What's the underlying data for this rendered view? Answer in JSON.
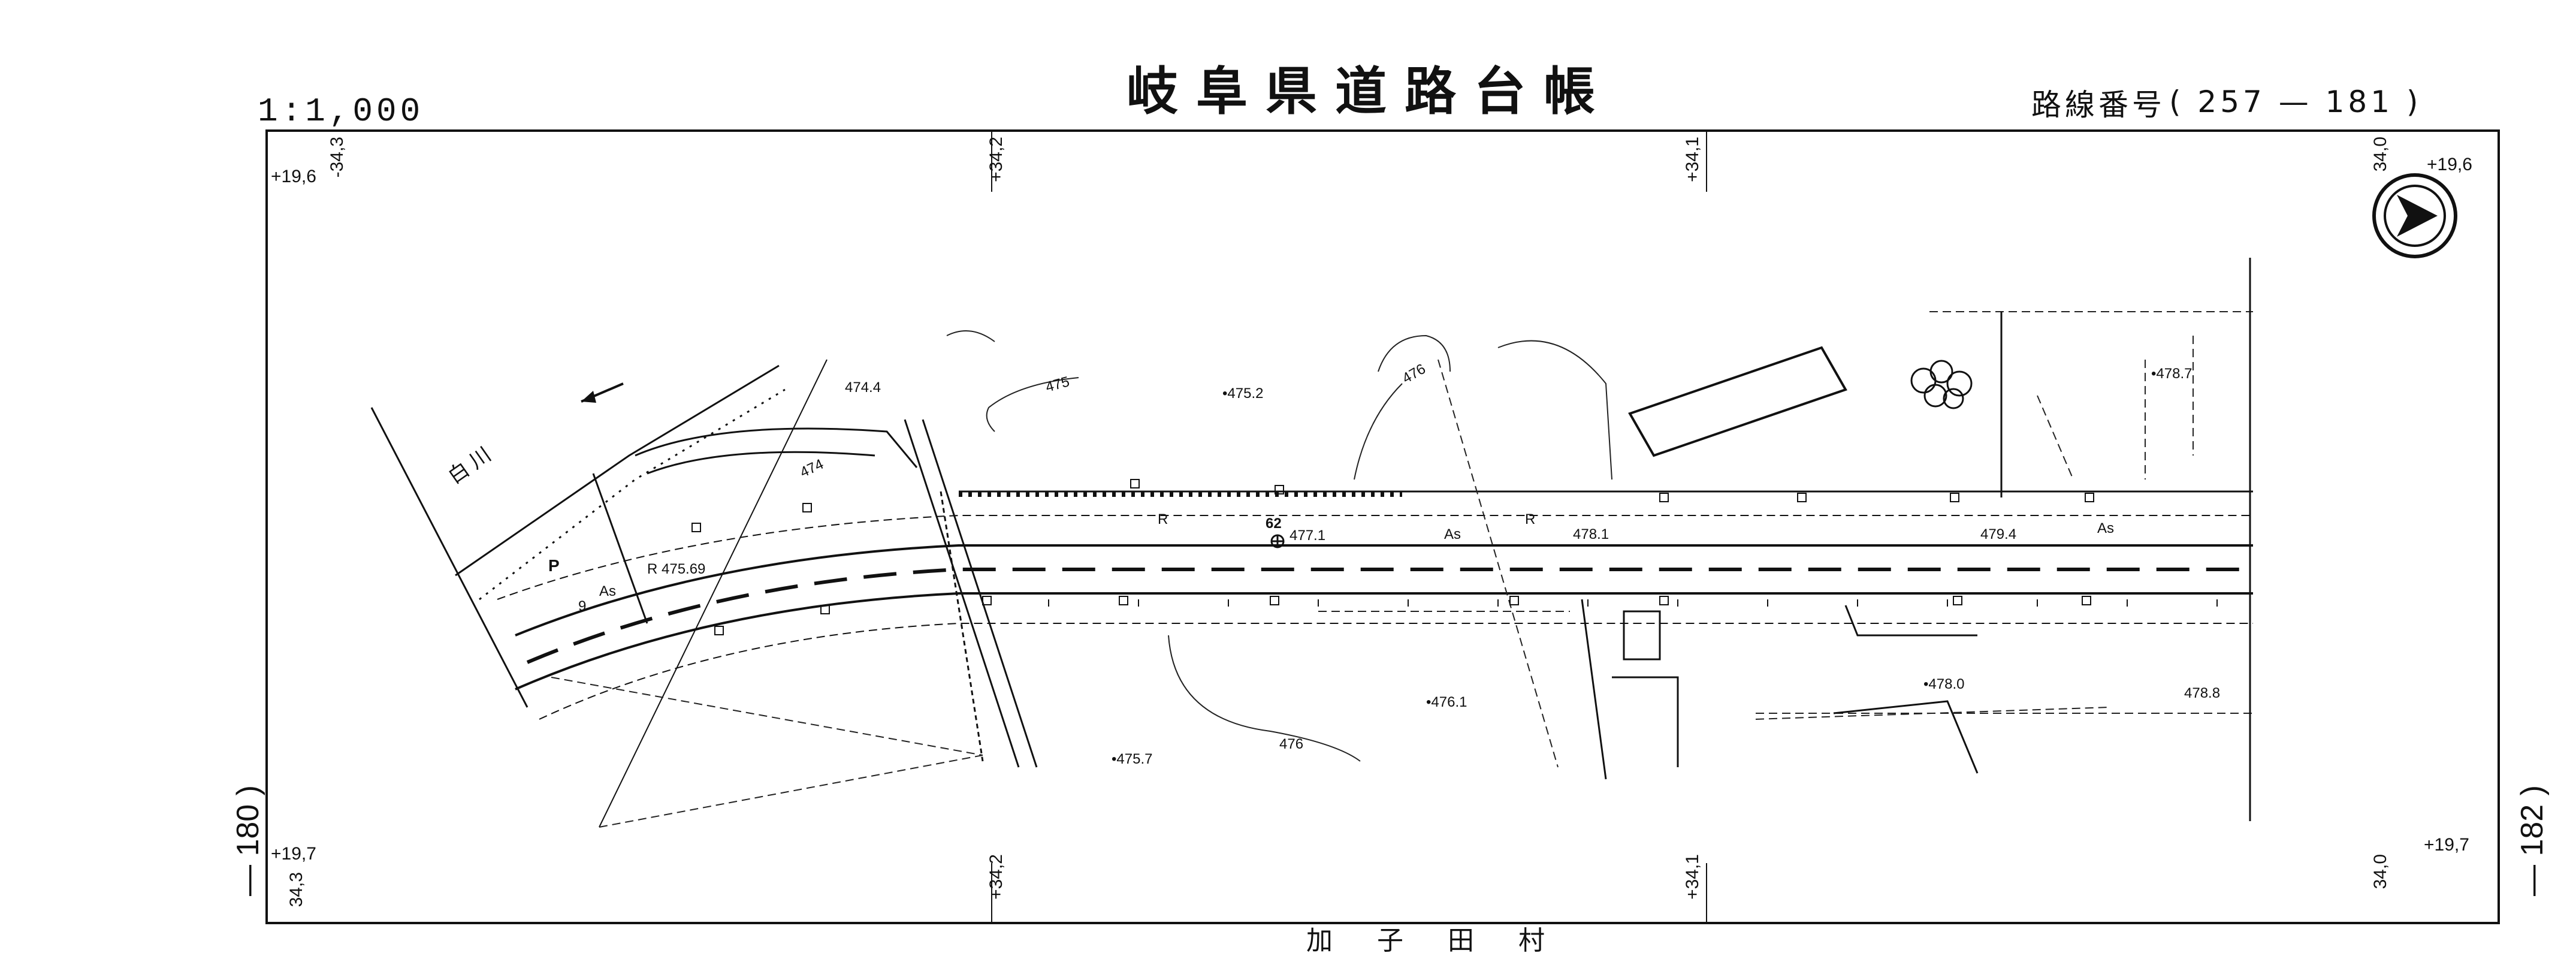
{
  "header": {
    "title": "岐阜県道路台帳",
    "scale": "1:1,000",
    "route_label": "路線番号",
    "route_number": "( 257 — 181 )"
  },
  "sheet_refs": {
    "left": "— 180 )",
    "right": "— 182 )"
  },
  "grid": {
    "top_left_y": "+19,6",
    "top_left_x": "-34,3",
    "top_right_x": "34,0",
    "top_right_y": "+19,6",
    "bottom_left_y": "+19,7",
    "bottom_left_x": "34,3",
    "bottom_right_x": "34,0",
    "bottom_right_y": "+19,7",
    "top_mid1": "+34,2",
    "top_mid2": "+34,1",
    "bottom_mid1": "+34,2",
    "bottom_mid2": "+34,1"
  },
  "map_labels": {
    "river": "白 川",
    "parking": "P",
    "as_left": "As",
    "as_mid": "As",
    "as_right": "As",
    "nine": "9",
    "r_curve": "R 475.69",
    "r1": "R",
    "r2": "R",
    "bm_no": "62",
    "bm_elev": "477.1",
    "elev_4744": "474.4",
    "elev_474": "474",
    "elev_475": "475",
    "elev_4752": "•475.2",
    "elev_476a": "476",
    "elev_476b": "476",
    "elev_4761": "•476.1",
    "elev_4757": "•475.7",
    "elev_4781": "478.1",
    "elev_4794": "479.4",
    "elev_4780": "•478.0",
    "elev_4787": "•478.7",
    "elev_4788": "478.8"
  },
  "bottom_text": "加 子 田 村",
  "icons": {
    "north_arrow": "north-arrow-icon"
  }
}
